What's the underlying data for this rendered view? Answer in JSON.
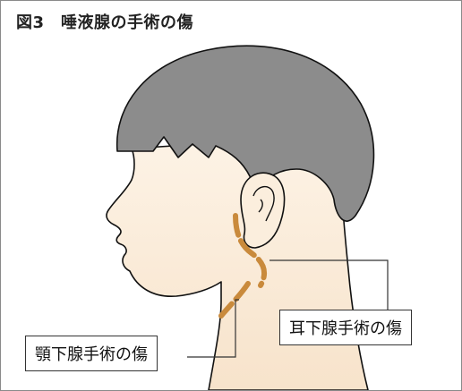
{
  "title": "図3　唾液腺の手術の傷",
  "labels": {
    "parotid": "耳下腺手術の傷",
    "submandibular": "顎下腺手術の傷"
  },
  "colors": {
    "hair": "#8c8c8c",
    "skin": "#fbeedd",
    "outline": "#111111",
    "scar": "#c98a3c",
    "frame": "#8a8a8a"
  }
}
